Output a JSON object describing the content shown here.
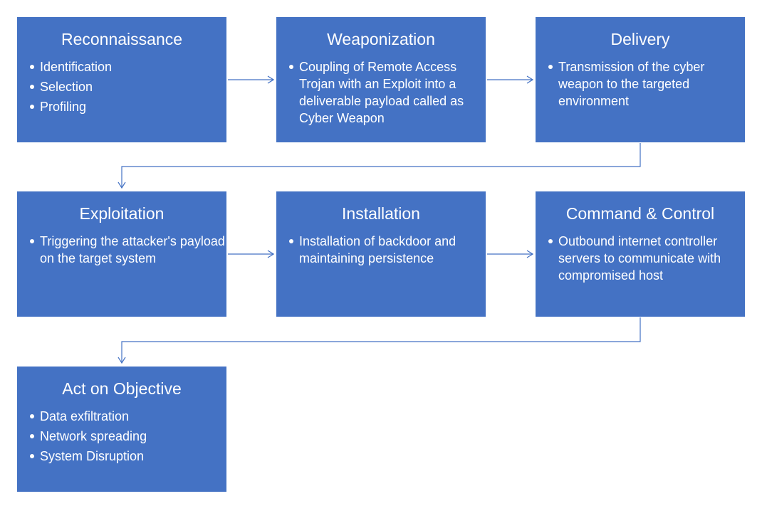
{
  "stages": [
    {
      "title": "Reconnaissance",
      "items": [
        "Identification",
        "Selection",
        "Profiling"
      ]
    },
    {
      "title": "Weaponization",
      "items": [
        "Coupling of Remote Access Trojan with an Exploit into a deliverable payload called as Cyber Weapon"
      ]
    },
    {
      "title": "Delivery",
      "items": [
        "Transmission of the cyber weapon to the targeted environment"
      ]
    },
    {
      "title": "Exploitation",
      "items": [
        "Triggering the attacker's payload on the target system"
      ]
    },
    {
      "title": "Installation",
      "items": [
        "Installation of backdoor and maintaining persistence"
      ]
    },
    {
      "title": "Command & Control",
      "items": [
        "Outbound internet controller servers to communicate with compromised host"
      ]
    },
    {
      "title": "Act on Objective",
      "items": [
        "Data exfiltration",
        "Network spreading",
        "System Disruption"
      ]
    }
  ],
  "colors": {
    "box": "#4472c4",
    "connector": "#4472c4",
    "text": "#ffffff"
  }
}
